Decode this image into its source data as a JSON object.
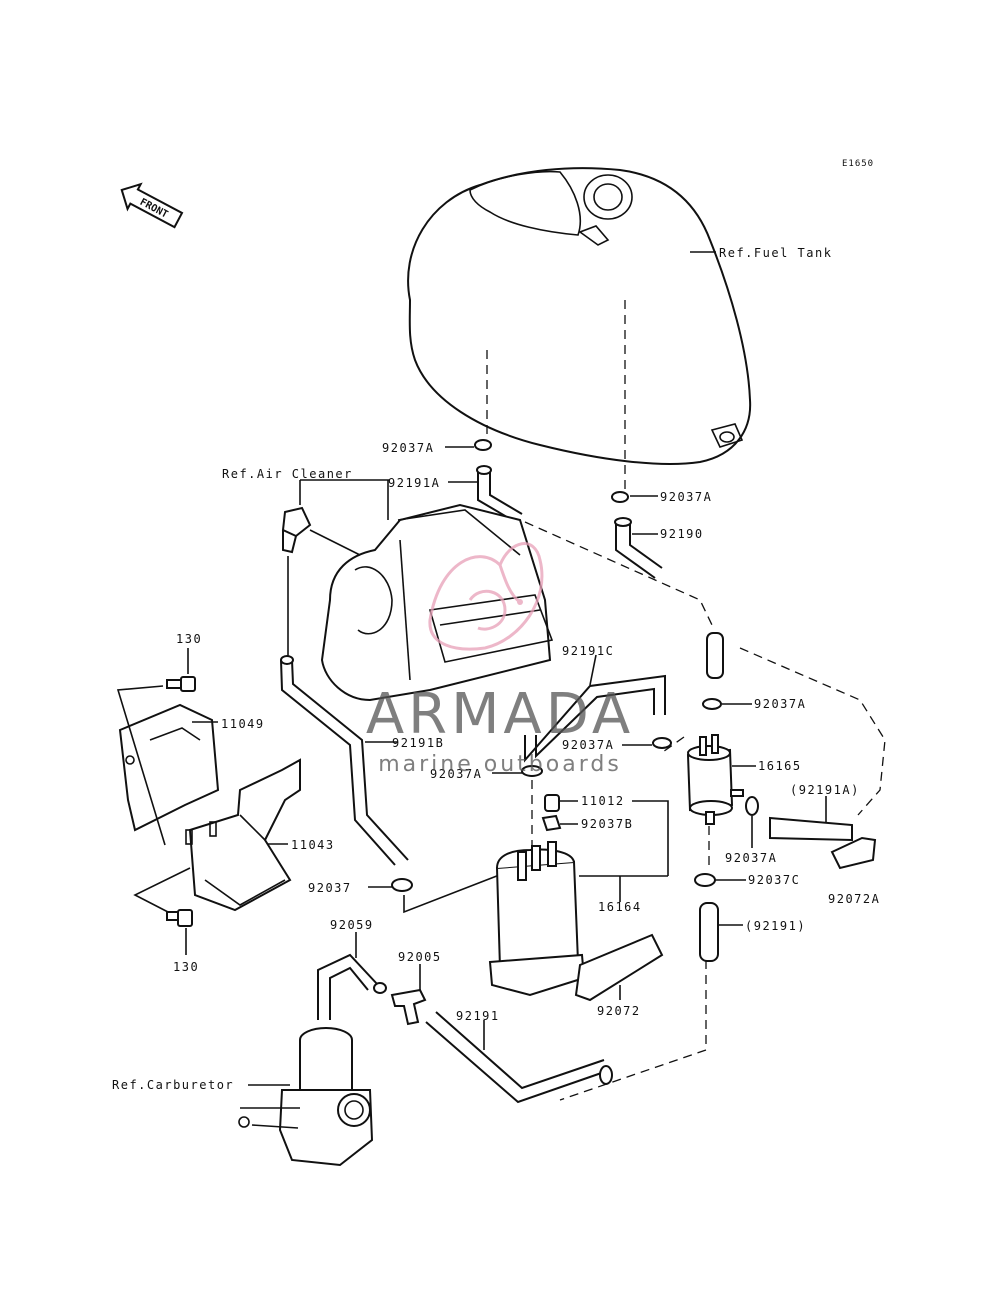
{
  "code": "E1650",
  "front_label": "FRONT",
  "refs": {
    "fuel_tank": "Ref.Fuel Tank",
    "air_cleaner": "Ref.Air Cleaner",
    "carburetor": "Ref.Carburetor"
  },
  "parts": {
    "p130_top": "130",
    "p130_bottom": "130",
    "p11049": "11049",
    "p11043": "11043",
    "p11012": "11012",
    "p16164": "16164",
    "p16165": "16165",
    "p92005": "92005",
    "p92037": "92037",
    "p92037a_1": "92037A",
    "p92037a_2": "92037A",
    "p92037a_3": "92037A",
    "p92037a_4": "92037A",
    "p92037a_5": "92037A",
    "p92037a_6": "92037A",
    "p92037b": "92037B",
    "p92037c": "92037C",
    "p92059": "92059",
    "p92072": "92072",
    "p92072a": "92072A",
    "p92190": "92190",
    "p92191": "92191",
    "p92191_paren": "(92191)",
    "p92191a": "92191A",
    "p92191a_paren": "(92191A)",
    "p92191b": "92191B",
    "p92191c": "92191C"
  },
  "watermark": {
    "brand": "ARMADA",
    "tagline": "marine outboards",
    "accent_color": "#e8a0b8"
  }
}
